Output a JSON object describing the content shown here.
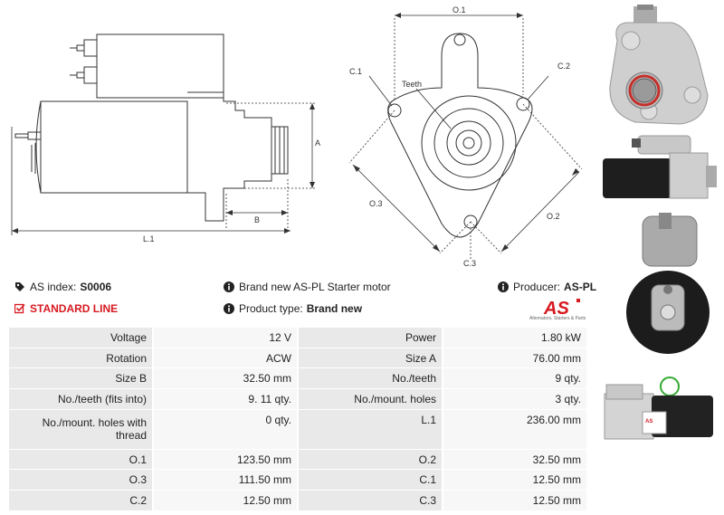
{
  "drawing": {
    "labels": {
      "A": "A",
      "B": "B",
      "L1": "L.1",
      "O1": "O.1",
      "O2": "O.2",
      "O3": "O.3",
      "C1": "C.1",
      "C2": "C.2",
      "C3": "C.3",
      "teeth": "Teeth"
    }
  },
  "info": {
    "as_index_label": "AS index:",
    "as_index_value": "S0006",
    "standard_line": "STANDARD LINE",
    "description": "Brand new AS-PL Starter motor",
    "product_type_label": "Product type:",
    "product_type_value": "Brand new",
    "producer_label": "Producer:",
    "producer_value": "AS-PL"
  },
  "logo": {
    "text": "AS",
    "tagline": "Alternators, Starters & Parts",
    "color": "#d71920"
  },
  "specs": [
    [
      {
        "label": "Voltage",
        "value": "12 V"
      },
      {
        "label": "Power",
        "value": "1.80 kW"
      }
    ],
    [
      {
        "label": "Rotation",
        "value": "ACW"
      },
      {
        "label": "Size A",
        "value": "76.00 mm"
      }
    ],
    [
      {
        "label": "Size B",
        "value": "32.50 mm"
      },
      {
        "label": "No./teeth",
        "value": "9 qty."
      }
    ],
    [
      {
        "label": "No./teeth (fits into)",
        "value": "9. 11 qty."
      },
      {
        "label": "No./mount. holes",
        "value": "3 qty."
      }
    ],
    [
      {
        "label": "No./mount. holes with thread",
        "value": "0 qty."
      },
      {
        "label": "L.1",
        "value": "236.00 mm"
      }
    ],
    [
      {
        "label": "O.1",
        "value": "123.50 mm"
      },
      {
        "label": "O.2",
        "value": "32.50 mm"
      }
    ],
    [
      {
        "label": "O.3",
        "value": "111.50 mm"
      },
      {
        "label": "C.1",
        "value": "12.50 mm"
      }
    ],
    [
      {
        "label": "C.2",
        "value": "12.50 mm"
      },
      {
        "label": "C.3",
        "value": "12.50 mm"
      }
    ]
  ]
}
